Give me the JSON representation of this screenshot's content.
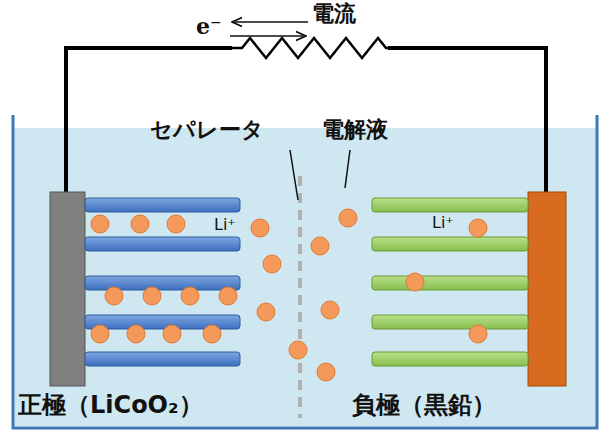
{
  "diagram": {
    "labels": [
      "電流",
      "e⁻",
      "セパレータ",
      "電解液",
      "Li⁺",
      "Li⁺",
      "正極（LiCoO₂）",
      "負極（黒鉛）"
    ]
  }
}
